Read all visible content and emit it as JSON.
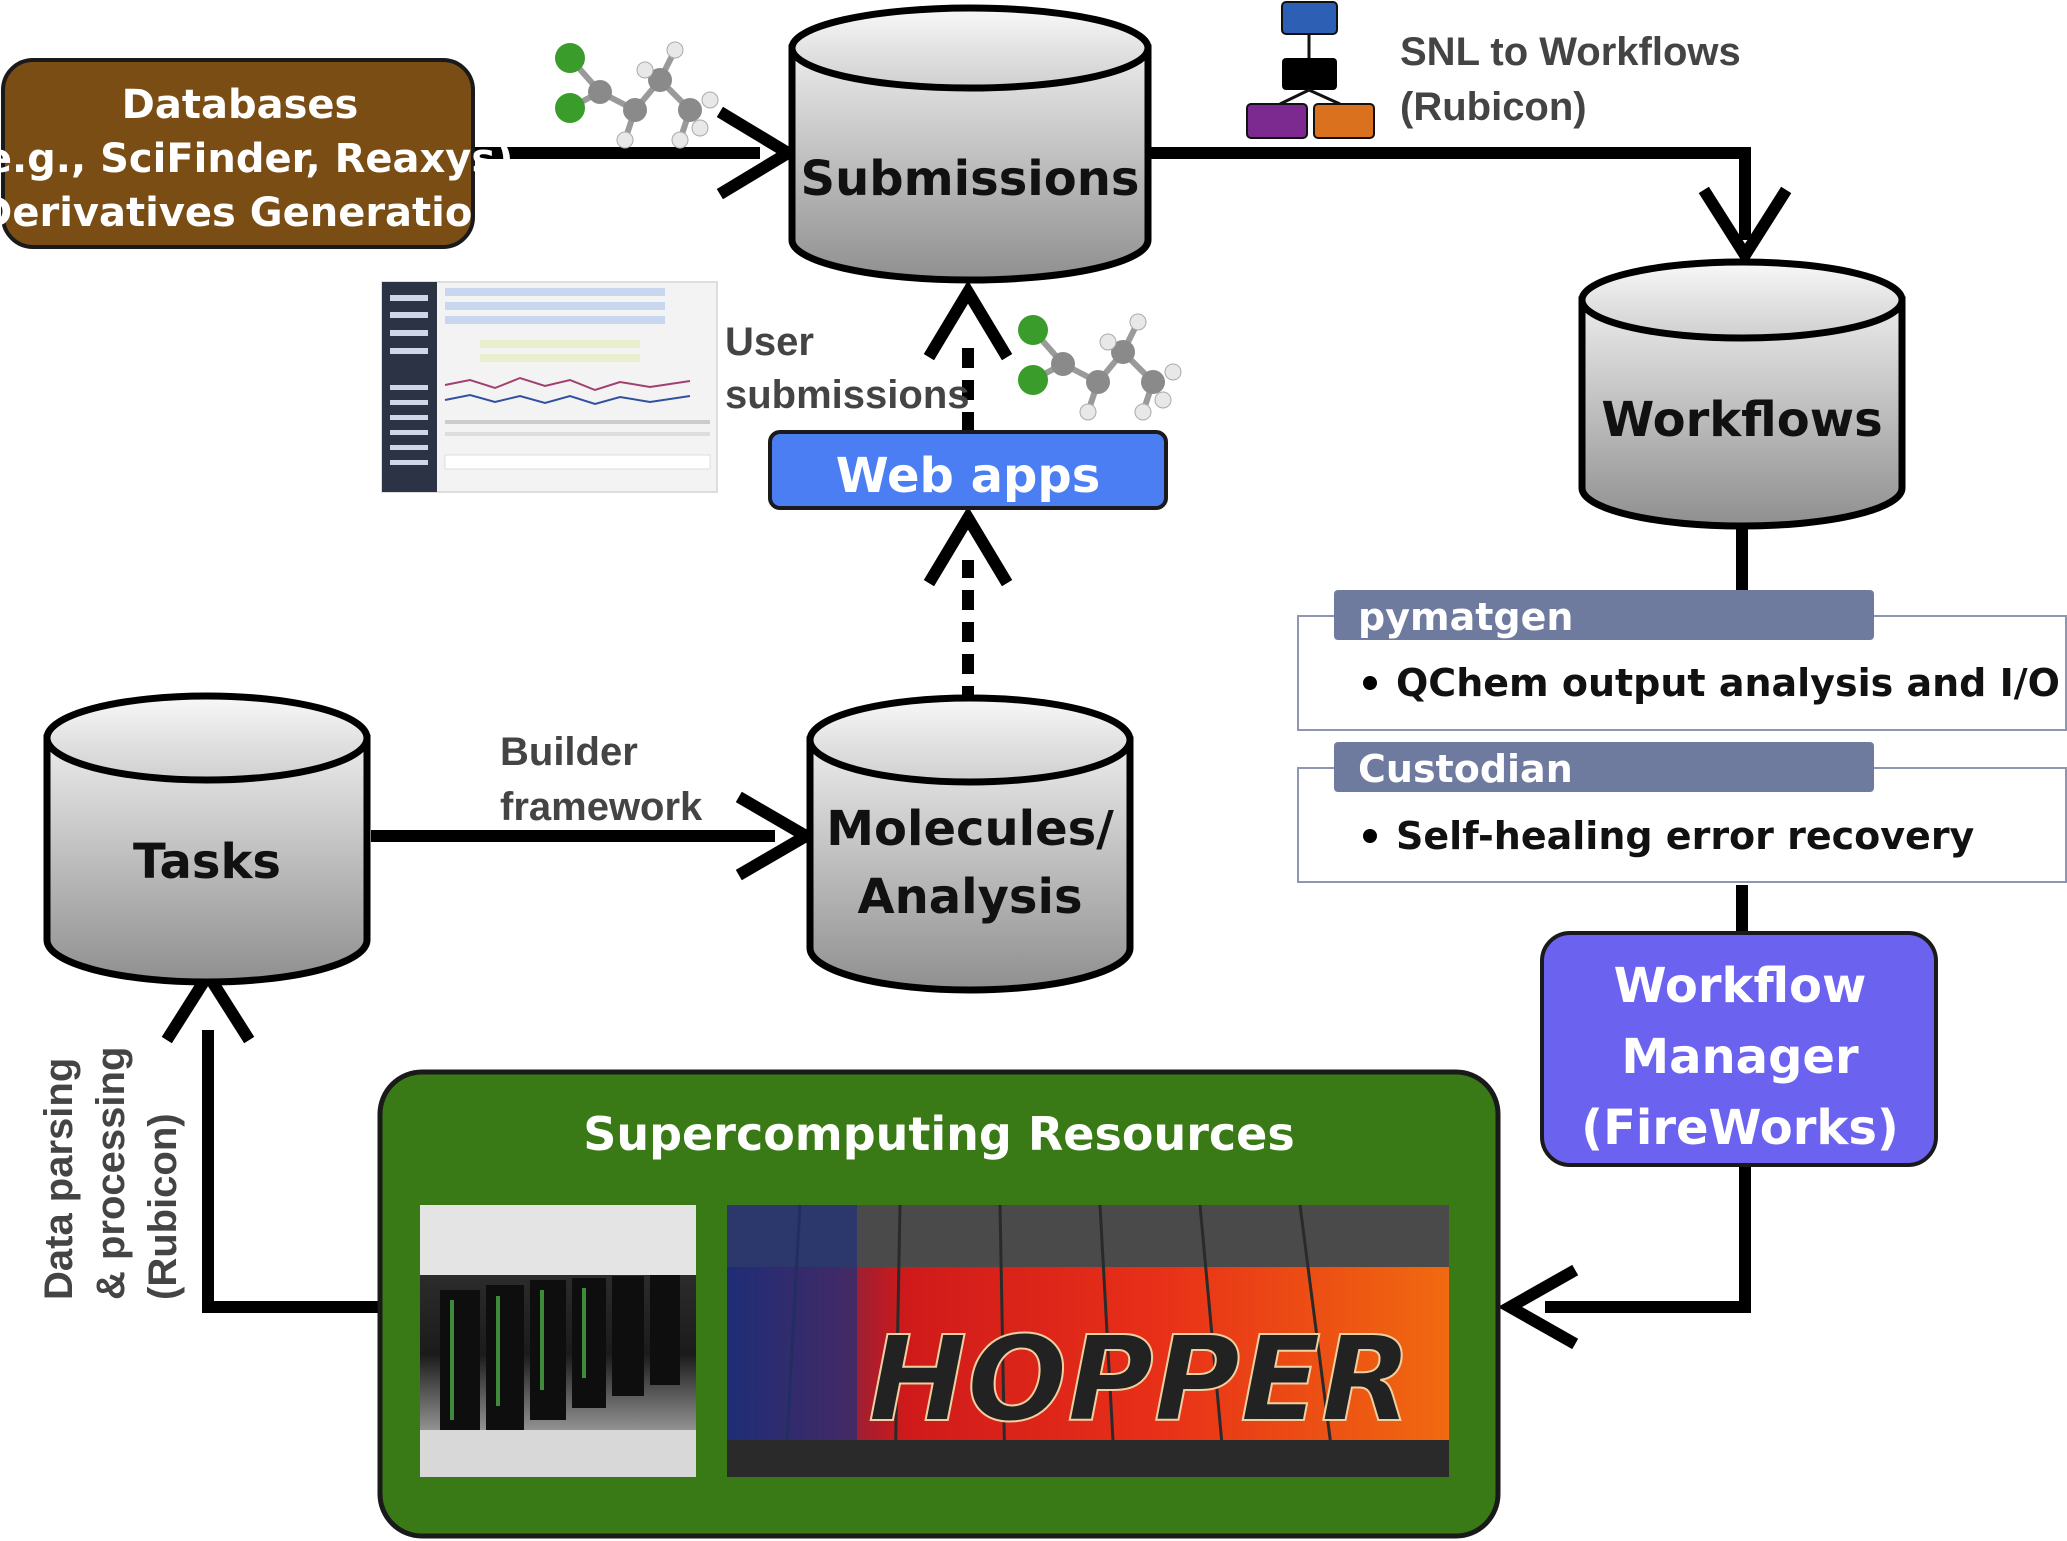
{
  "nodes": {
    "databases": {
      "lines": [
        "Databases",
        "(e.g., SciFinder, Reaxys)",
        "Derivatives Generation"
      ],
      "fill": "#7a4d14"
    },
    "submissions": {
      "label": "Submissions"
    },
    "workflows": {
      "label": "Workflows"
    },
    "tasks": {
      "label": "Tasks"
    },
    "molecules": {
      "lines": [
        "Molecules/",
        "Analysis"
      ]
    },
    "web_apps": {
      "label": "Web apps",
      "fill": "#4a7ef2"
    },
    "workflow_manager": {
      "lines": [
        "Workflow",
        "Manager",
        "(FireWorks)"
      ],
      "fill": "#6b63ef"
    },
    "supercomputing": {
      "label": "Supercomputing Resources",
      "fill": "#3a7a16"
    }
  },
  "edge_labels": {
    "snl": [
      "SNL to Workflows",
      "(Rubicon)"
    ],
    "user_submissions": [
      "User",
      "submissions"
    ],
    "builder": [
      "Builder",
      "framework"
    ],
    "parsing": [
      "Data parsing",
      "& processing",
      "(Rubicon)"
    ]
  },
  "panels": {
    "pymatgen": {
      "header": "pymatgen",
      "bullet": "QChem output analysis and I/O"
    },
    "custodian": {
      "header": "Custodian",
      "bullet": "Self-healing error recovery"
    }
  },
  "photo_text": {
    "hopper": "HOPPER"
  },
  "colors": {
    "panel_header": "#6e7a9e",
    "cylinder_top": "#dcdcdc",
    "cylinder_body": "#bcbcbc"
  }
}
